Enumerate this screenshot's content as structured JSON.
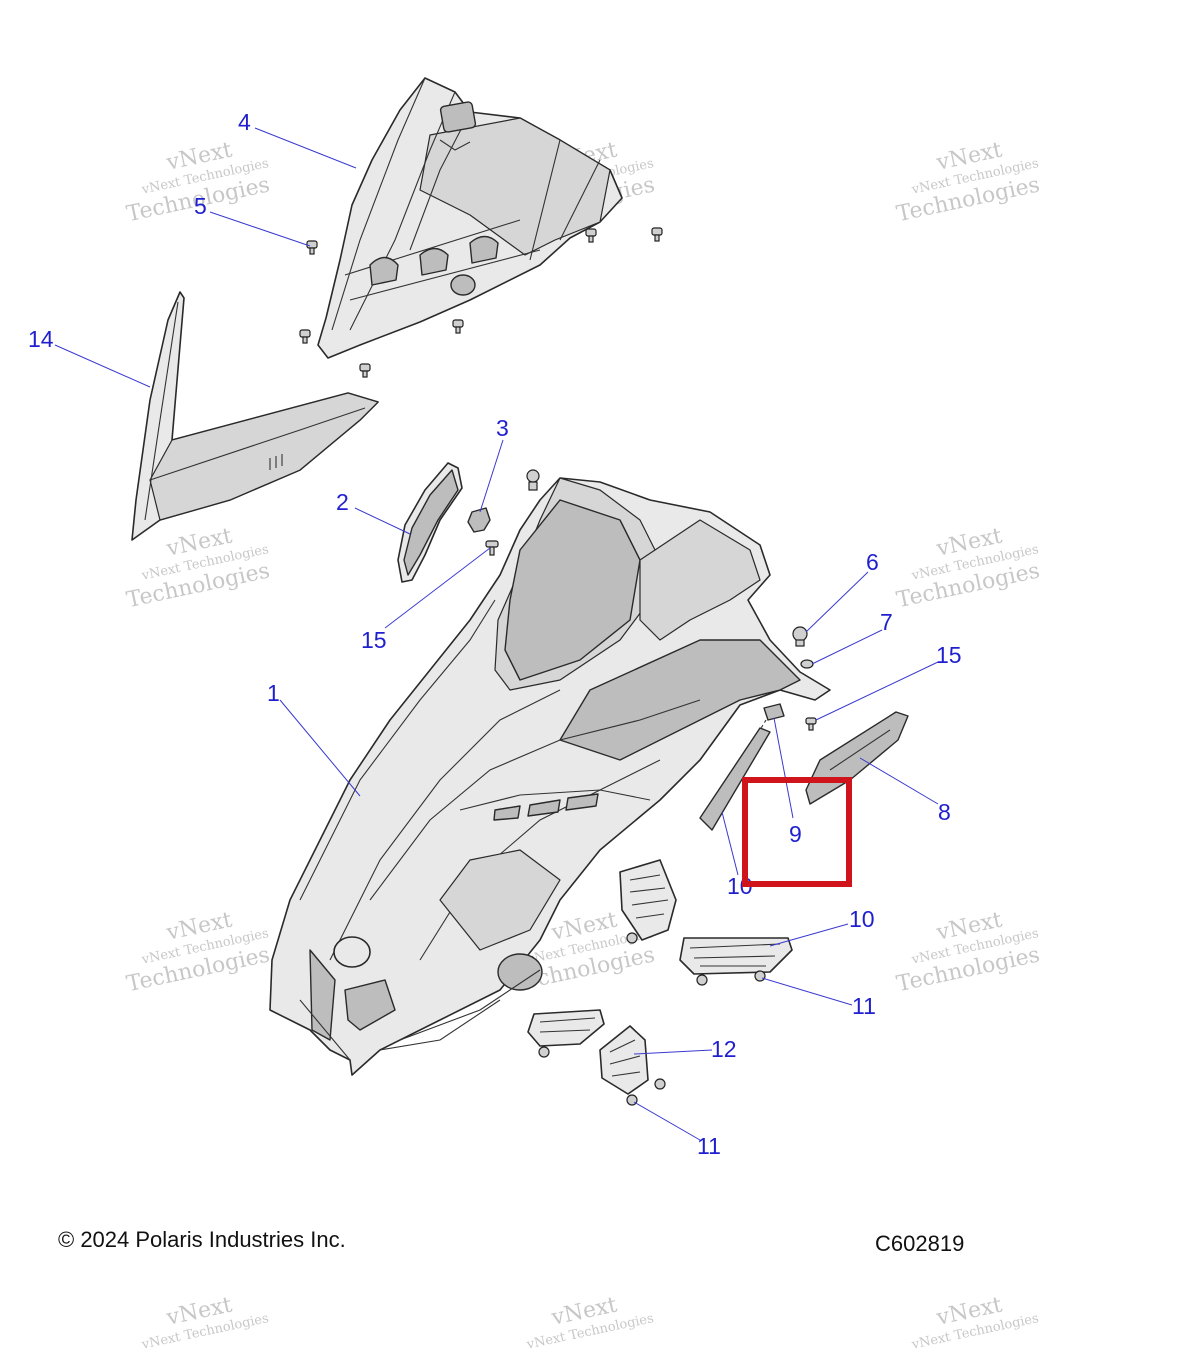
{
  "callouts": [
    {
      "id": "1",
      "label": "1"
    },
    {
      "id": "2",
      "label": "2"
    },
    {
      "id": "3",
      "label": "3"
    },
    {
      "id": "4",
      "label": "4"
    },
    {
      "id": "5",
      "label": "5"
    },
    {
      "id": "6",
      "label": "6"
    },
    {
      "id": "7",
      "label": "7"
    },
    {
      "id": "8",
      "label": "8"
    },
    {
      "id": "9",
      "label": "9"
    },
    {
      "id": "10a",
      "label": "10"
    },
    {
      "id": "10b",
      "label": "10"
    },
    {
      "id": "11a",
      "label": "11"
    },
    {
      "id": "11b",
      "label": "11"
    },
    {
      "id": "12",
      "label": "12"
    },
    {
      "id": "14",
      "label": "14"
    },
    {
      "id": "15a",
      "label": "15"
    },
    {
      "id": "15b",
      "label": "15"
    }
  ],
  "watermark": {
    "line1": "vNext Technologies",
    "line2": "vNext",
    "line3": "Technologies"
  },
  "footer": {
    "copyright": "© 2024 Polaris Industries Inc.",
    "figure_code": "C602819"
  },
  "highlight": {
    "target_callout": "9",
    "color": "#d0141c"
  },
  "colors": {
    "callout": "#1f1fd0",
    "line_art": "#2a2a2a",
    "background": "#ffffff"
  }
}
